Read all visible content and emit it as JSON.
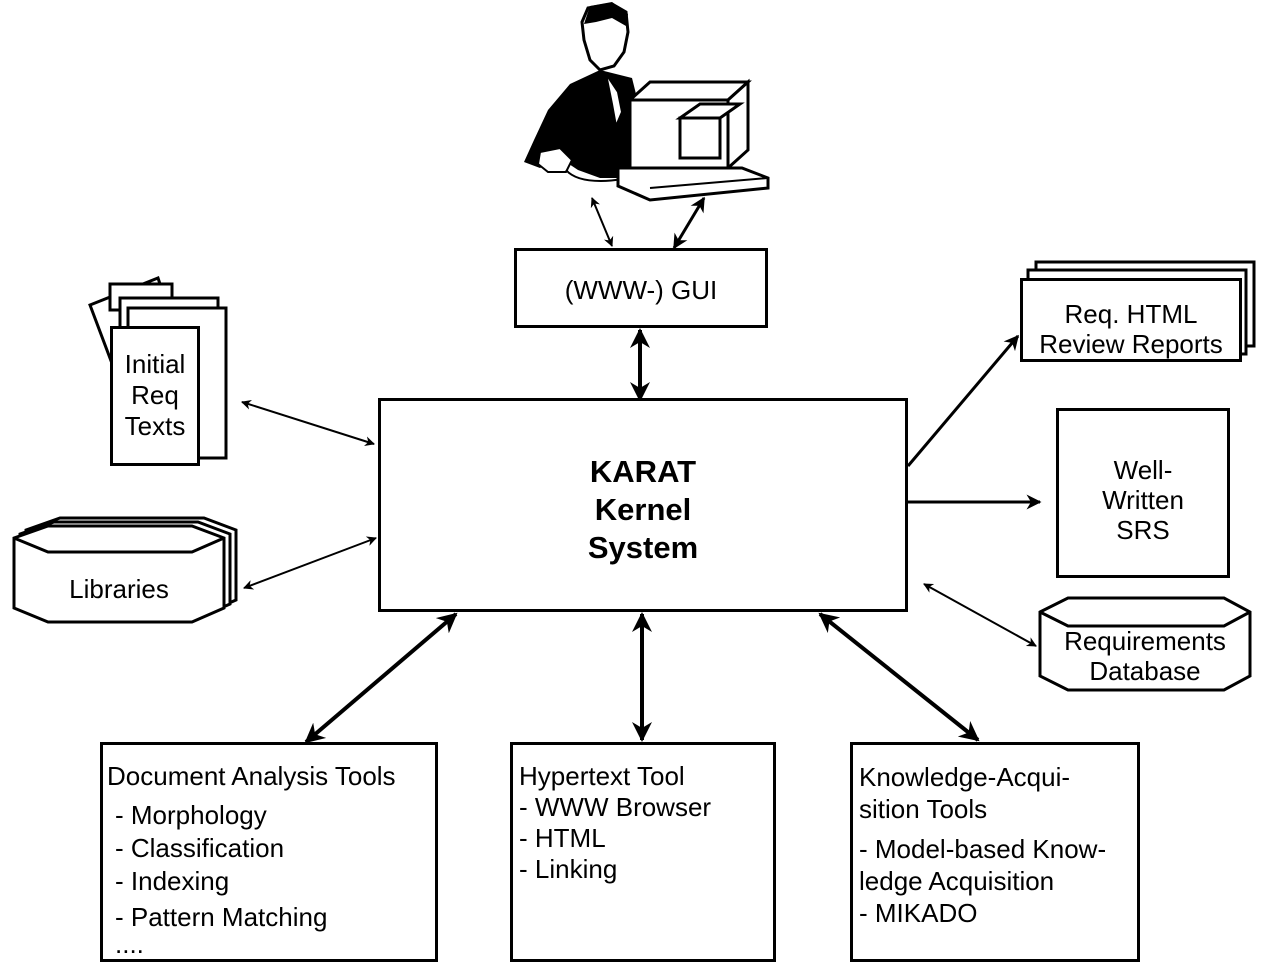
{
  "gui": {
    "label": "(WWW-) GUI"
  },
  "kernel": {
    "lines": [
      "KARAT",
      "Kernel",
      "System"
    ]
  },
  "initial_req": {
    "lines": [
      "Initial",
      "Req",
      "Texts"
    ]
  },
  "libraries": {
    "label": "Libraries"
  },
  "review_reports": {
    "lines": [
      "Req. HTML",
      "Review Reports"
    ]
  },
  "srs": {
    "lines": [
      "Well-",
      "Written",
      "SRS"
    ]
  },
  "req_database": {
    "lines": [
      "Requirements",
      "Database"
    ]
  },
  "doc_analysis": {
    "title": "Document Analysis Tools",
    "items": [
      "- Morphology",
      "- Classification",
      "- Indexing",
      "- Pattern Matching",
      "...."
    ]
  },
  "hypertext": {
    "title": "Hypertext Tool",
    "items": [
      "- WWW Browser",
      "- HTML",
      "- Linking"
    ]
  },
  "knowledge": {
    "lines": [
      "Knowledge-Acqui-",
      "sition  Tools",
      "- Model-based Know-",
      "ledge Acquisition",
      "- MIKADO"
    ]
  }
}
